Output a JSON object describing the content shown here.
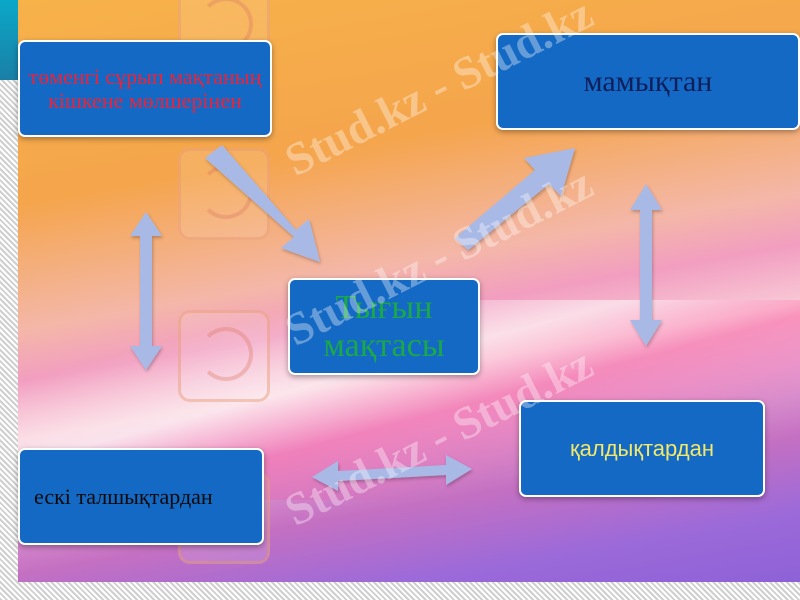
{
  "diagram": {
    "nodes": {
      "top_left": "төменгі сұрып мақтаның кішкене мөлшерінен",
      "top_right": "мамықтан",
      "center_line1": "Тығын",
      "center_line2": "мақтасы",
      "bottom_left": "ескі талшықтардан",
      "bottom_right": "қалдықтардан"
    },
    "colors": {
      "box_fill": "#1469c4",
      "arrow_fill": "#a9b9e6",
      "top_left_text": "#e8243c",
      "center_text": "#1aa84a",
      "bottom_right_text": "#f2e86a"
    }
  },
  "watermark": {
    "text": "Stud.kz - Stud.kz"
  }
}
